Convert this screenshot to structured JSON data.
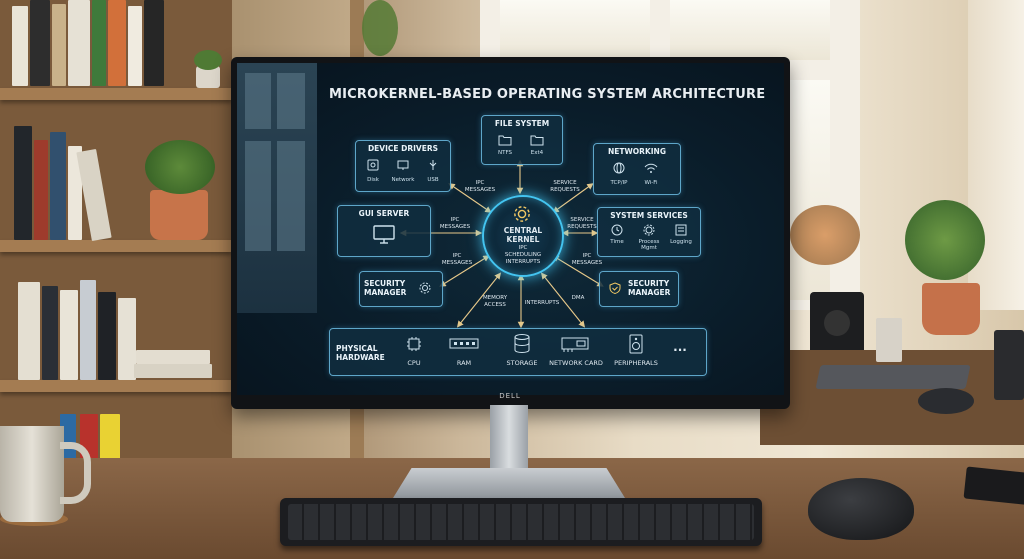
{
  "diagram": {
    "title": "MICROKERNEL-BASED OPERATING SYSTEM ARCHITECTURE",
    "kernel": {
      "lines": [
        "CENTRAL",
        "KERNEL",
        "IPC",
        "SCHEDULING",
        "INTERRUPTS"
      ]
    },
    "nodes": {
      "file_system": {
        "title": "FILE SYSTEM",
        "items": [
          "NTFS",
          "Ext4"
        ]
      },
      "device_drivers": {
        "title": "DEVICE DRIVERS",
        "items": [
          "Disk",
          "Network",
          "USB"
        ]
      },
      "networking": {
        "title": "NETWORKING",
        "items": [
          "TCP/IP",
          "Wi-Fi"
        ]
      },
      "gui_server": {
        "title": "GUI SERVER"
      },
      "system_services": {
        "title": "SYSTEM SERVICES",
        "items": [
          "Time",
          "Process Mgmt",
          "Logging"
        ]
      },
      "security_manager_left": {
        "title": "SECURITY MANAGER"
      },
      "security_manager_right": {
        "title": "SECURITY MANAGER"
      },
      "hardware": {
        "title": "PHYSICAL HARDWARE",
        "items": [
          "CPU",
          "RAM",
          "STORAGE",
          "NETWORK CARD",
          "PERIPHERALS",
          "..."
        ]
      }
    },
    "connection_labels": {
      "drivers": "IPC MESSAGES",
      "file_system": "SERVICE REQUESTS",
      "gui": "IPC MESSAGES",
      "system_services": "SERVICE REQUESTS",
      "security_left": "IPC MESSAGES",
      "security_right": "IPC MESSAGES",
      "memory": "MEMORY ACCESS",
      "interrupts": "INTERRUPTS",
      "dma": "DMA"
    }
  },
  "monitor": {
    "brand": "DELL"
  },
  "colors": {
    "accent": "#43c4f0",
    "node_border": "#5ea6c9",
    "screen_bg": "#0a1c29",
    "line": "#e8c98a"
  },
  "icons": [
    "folder-icon",
    "disk-icon",
    "network-icon",
    "usb-icon",
    "globe-icon",
    "wifi-icon",
    "monitor-icon",
    "clock-icon",
    "gear-icon",
    "list-icon",
    "shield-icon",
    "cpu-icon",
    "ram-icon",
    "storage-icon",
    "network-card-icon",
    "speaker-icon"
  ]
}
